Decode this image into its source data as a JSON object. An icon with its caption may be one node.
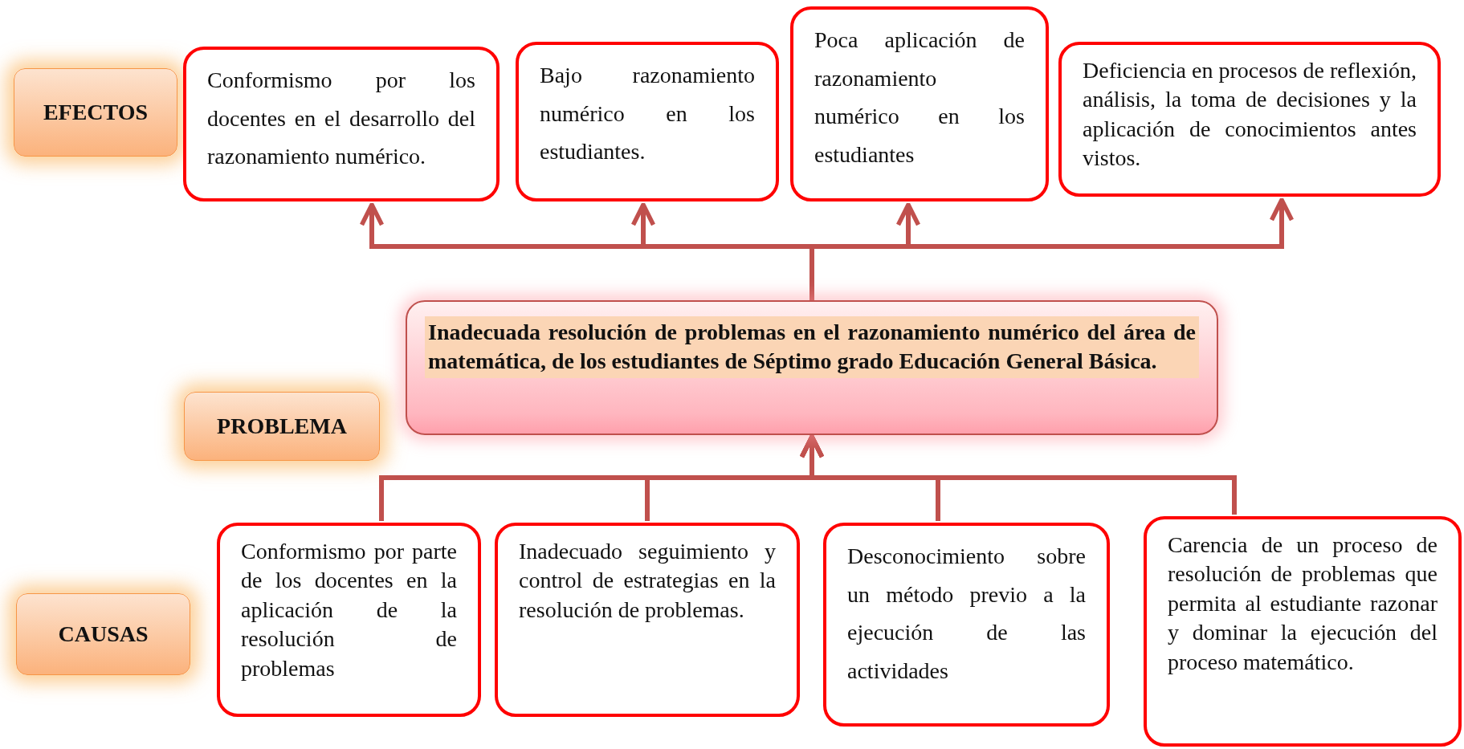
{
  "diagram": {
    "nodes": [
      {
        "text": [
          "EFECTOS"
        ]
      },
      {
        "text": [
          "Conformismo por los docentes en el desarrollo del razonamiento numérico."
        ]
      },
      {
        "text": [
          "Bajo razonamiento numérico en los estudiantes."
        ]
      },
      {
        "text": [
          "Poca aplicación de razonamiento numérico en los estudiantes"
        ]
      },
      {
        "text": [
          "Deficiencia en procesos de reflexión, análisis, la toma de decisiones y la aplicación de conocimientos antes vistos."
        ]
      },
      {
        "text": [
          "PROBLEMA"
        ]
      },
      {
        "text": [
          "Inadecuada resolución de problemas en el razonamiento numérico del área de matemática, de los estudiantes de Séptimo grado Educación General Básica."
        ]
      },
      {
        "text": [
          "CAUSAS"
        ]
      },
      {
        "text": [
          "Conformismo por parte de los docentes en la aplicación de la resolución de problemas"
        ]
      },
      {
        "text": [
          "Inadecuado seguimiento y control de estrategias en la resolución de problemas."
        ]
      },
      {
        "text": [
          "Desconocimiento sobre un método previo a la ejecución de las actividades"
        ]
      },
      {
        "text": [
          "Carencia de un proceso de resolución de problemas que permita al estudiante razonar y dominar la ejecución del proceso matemático."
        ]
      }
    ],
    "edges": [
      {
        "from": 6,
        "to": 1,
        "arrow": "to"
      },
      {
        "from": 6,
        "to": 2,
        "arrow": "to"
      },
      {
        "from": 6,
        "to": 3,
        "arrow": "to"
      },
      {
        "from": 6,
        "to": 4,
        "arrow": "to"
      },
      {
        "from": 8,
        "to": 6,
        "arrow": "to"
      },
      {
        "from": 9,
        "to": 6,
        "arrow": "to"
      },
      {
        "from": 10,
        "to": 6,
        "arrow": "to"
      },
      {
        "from": 11,
        "to": 6,
        "arrow": "to"
      }
    ]
  }
}
